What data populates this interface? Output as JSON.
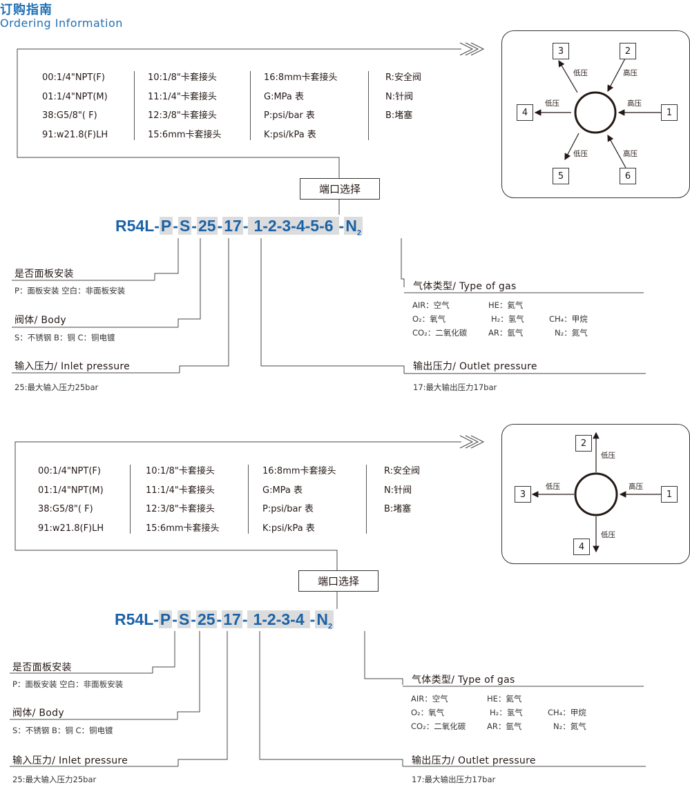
{
  "header": {
    "title_cn": "订购指南",
    "title_en": "Ordering Information"
  },
  "sections": [
    {
      "port_select": "端口选择",
      "code": {
        "model": "R54L",
        "panel": "P",
        "body": "S",
        "inlet": "25",
        "outlet": "17",
        "ports": "1-2-3-4-5-6",
        "gas": "N",
        "gas_sub": "2"
      },
      "options": [
        [
          "00:1/4\"NPT(F)",
          "01:1/4\"NPT(M)",
          "38:G5/8\"( F)",
          "91:w21.8(F)LH"
        ],
        [
          "10:1/8\"卡套接头",
          "11:1/4\"卡套接头",
          "12:3/8\"卡套接头",
          "15:6mm卡套接头"
        ],
        [
          "16:8mm卡套接头",
          "G:MPa 表",
          "P:psi/bar 表",
          "K:psi/kPa 表"
        ],
        [
          "R:安全阀",
          "N:针阀",
          "B:堵塞"
        ]
      ],
      "panel_label": "是否面板安装",
      "panel_desc": "P：面板安装   空白：非面板安装",
      "body_label": "阀体/ Body",
      "body_desc": "S：不锈钢   B：铜   C：铜电镀",
      "inlet_label": "输入压力/ Inlet pressure",
      "inlet_desc": "25:最大输入压力25bar",
      "gas_label": "气体类型/ Type of gas",
      "gas_rows": [
        [
          "AIR：空气",
          "HE：氦气",
          ""
        ],
        [
          "O₂：氧气",
          "H₂：氢气",
          "CH₄：甲烷"
        ],
        [
          "CO₂：二氧化碳",
          "AR：氩气",
          "N₂：氮气"
        ]
      ],
      "outlet_label": "输出压力/ Outlet pressure",
      "outlet_desc": "17:最大输出压力17bar",
      "diagram": {
        "ports": [
          "1",
          "2",
          "3",
          "4",
          "5",
          "6"
        ],
        "high": "高压",
        "low": "低压"
      }
    },
    {
      "port_select": "端口选择",
      "code": {
        "model": "R54L",
        "panel": "P",
        "body": "S",
        "inlet": "25",
        "outlet": "17",
        "ports": "1-2-3-4",
        "gas": "N",
        "gas_sub": "2"
      },
      "options": [
        [
          "00:1/4\"NPT(F)",
          "01:1/4\"NPT(M)",
          "38:G5/8\"( F)",
          "91:w21.8(F)LH"
        ],
        [
          "10:1/8\"卡套接头",
          "11:1/4\"卡套接头",
          "12:3/8\"卡套接头",
          "15:6mm卡套接头"
        ],
        [
          "16:8mm卡套接头",
          "G:MPa 表",
          "P:psi/bar 表",
          "K:psi/kPa 表"
        ],
        [
          "R:安全阀",
          "N:针阀",
          "B:堵塞"
        ]
      ],
      "panel_label": "是否面板安装",
      "panel_desc": "P：面板安装   空白：非面板安装",
      "body_label": "阀体/ Body",
      "body_desc": "S：不锈钢   B：铜   C：铜电镀",
      "inlet_label": "输入压力/ Inlet pressure",
      "inlet_desc": "25:最大输入压力25bar",
      "gas_label": "气体类型/ Type of gas",
      "gas_rows": [
        [
          "AIR：空气",
          "HE：氦气",
          ""
        ],
        [
          "O₂：氧气",
          "H₂：氢气",
          "CH₄：甲烷"
        ],
        [
          "CO₂：二氧化碳",
          "AR：氩气",
          "N₂：氮气"
        ]
      ],
      "outlet_label": "输出压力/ Outlet pressure",
      "outlet_desc": "17:最大输出压力17bar",
      "diagram": {
        "ports": [
          "1",
          "2",
          "3",
          "4"
        ],
        "high": "高压",
        "low": "低压"
      }
    }
  ]
}
